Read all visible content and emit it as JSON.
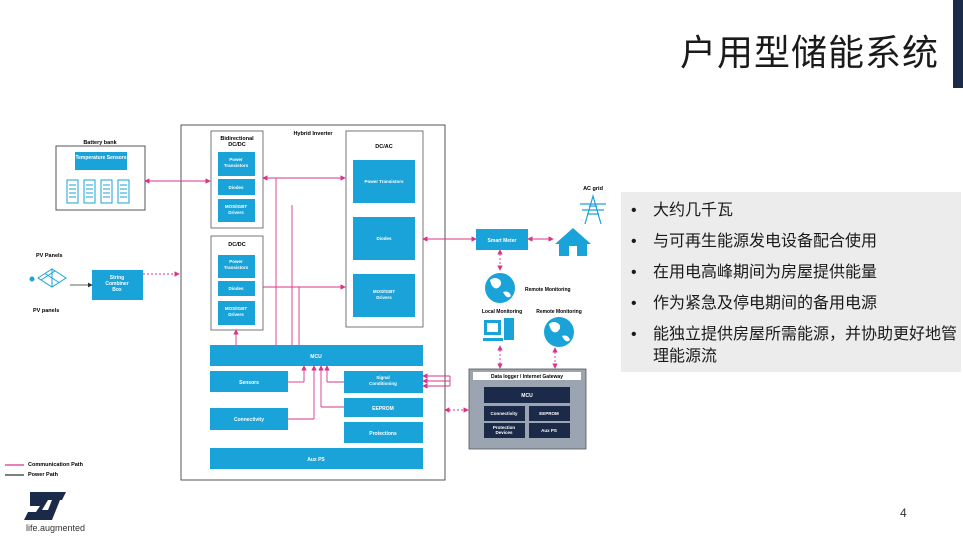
{
  "slide": {
    "title": "户用型储能系统",
    "page_number": "4",
    "tagline": "life.augmented",
    "logo_icon": "st-logo-icon"
  },
  "bullets": [
    "大约几千瓦",
    "与可再生能源发电设备配合使用",
    "在用电高峰期间为房屋提供能量",
    "作为紧急及停电期间的备用电源",
    "能独立提供房屋所需能源，并协助更好地管理能源流"
  ],
  "bullet_symbol": "•",
  "colors": {
    "box_blue": "#1aa3d8",
    "comm_path": "#d8348a",
    "power_path": "#333333",
    "dark_navy": "#1c2a4a"
  },
  "diagram": {
    "battery_bank": {
      "title": "Battery bank",
      "sensor": "Temperature Sensors"
    },
    "pv": {
      "label_top": "PV Panels",
      "label_bottom": "PV panels",
      "combiner": "String Combiner Box"
    },
    "inverter": {
      "title": "Hybrid Inverter",
      "bidi": {
        "title": "Bidirectional DC/DC",
        "blocks": [
          "Power Transistors",
          "Diodes",
          "MOS/IGBT Drivers"
        ]
      },
      "dcdc": {
        "title": "DC/DC",
        "blocks": [
          "Power Transistors",
          "Diodes",
          "MOS/IGBT Drivers"
        ]
      },
      "dcac": {
        "title": "DC/AC",
        "blocks": [
          "Power Transistors",
          "Diodes",
          "MOS/IGBT Drivers"
        ]
      },
      "mcu": "MCU",
      "sensors": "Sensors",
      "signal": "Signal Conditioning",
      "connectivity": "Connectivity",
      "eeprom": "EEPROM",
      "protections": "Protections",
      "auxps": "Aux PS"
    },
    "grid": {
      "ac_grid": "AC grid",
      "smart_meter": "Smart Meter"
    },
    "monitoring": {
      "remote": "Remote Monitoring",
      "local": "Local Monitoring",
      "remote2": "Remote Monitoring"
    },
    "datalogger": {
      "title": "Data logger / Internet Gateway",
      "mcu": "MCU",
      "connectivity": "Connectivity",
      "eeprom": "EEPROM",
      "protection": "Protection Devices",
      "auxps": "Aux PS"
    },
    "legend": {
      "comm": "Communication Path",
      "power": "Power Path"
    }
  }
}
